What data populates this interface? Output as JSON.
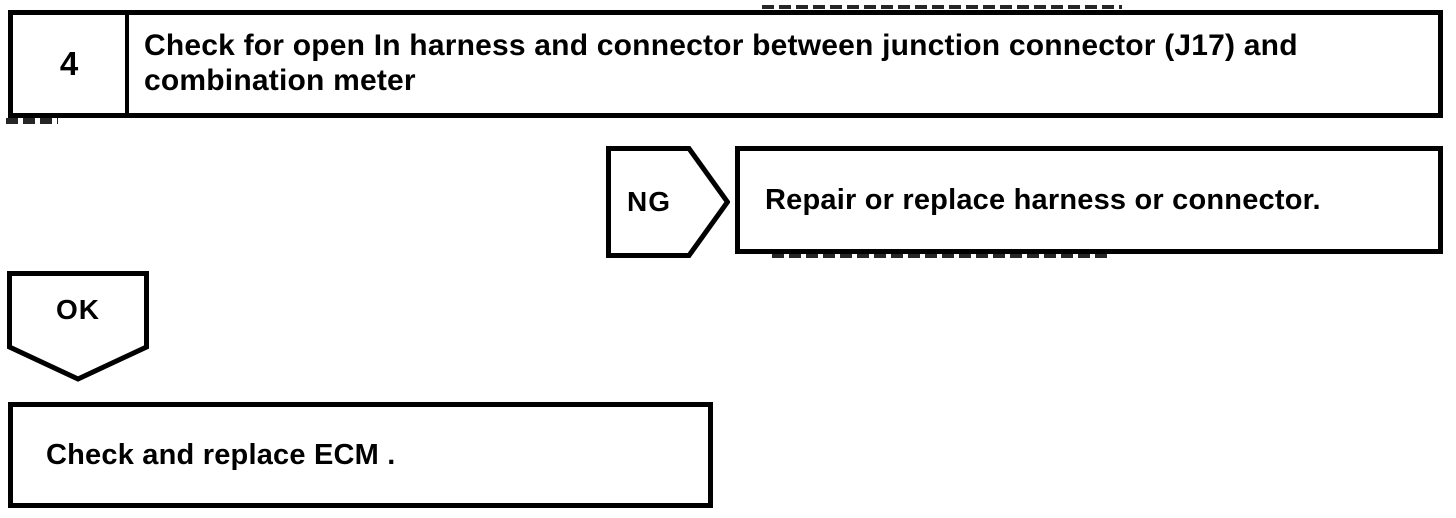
{
  "page": {
    "background_color": "#ffffff",
    "ink_color": "#000000"
  },
  "flowchart": {
    "step": {
      "number": "4",
      "instruction": "Check for open In harness and connector between junction connector (J17) and\ncombination meter"
    },
    "ng_branch": {
      "label": "NG",
      "action": "Repair or replace harness or connector."
    },
    "ok_branch": {
      "label": "OK",
      "action": "Check and replace ECM ."
    }
  }
}
